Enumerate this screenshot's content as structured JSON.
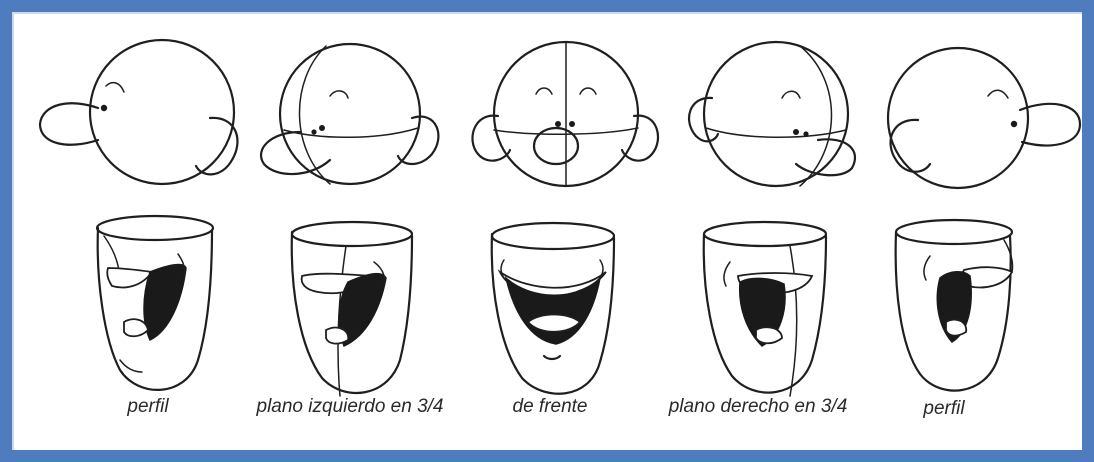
{
  "frame": {
    "border_color": "#4f7bbf",
    "background": "#ffffff"
  },
  "views": [
    {
      "id": "view-1",
      "caption": "perfil",
      "orientation": "profile-left"
    },
    {
      "id": "view-2",
      "caption": "plano izquierdo en 3/4",
      "orientation": "three-quarter-left"
    },
    {
      "id": "view-3",
      "caption": "de frente",
      "orientation": "front"
    },
    {
      "id": "view-4",
      "caption": "plano derecho en 3/4",
      "orientation": "three-quarter-right"
    },
    {
      "id": "view-5",
      "caption": "perfil",
      "orientation": "profile-right"
    }
  ]
}
